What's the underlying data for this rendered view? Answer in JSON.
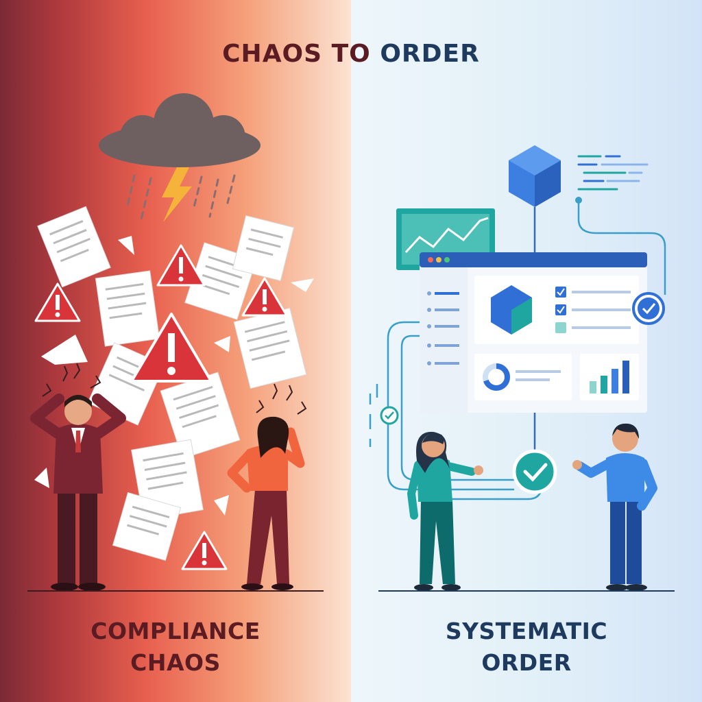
{
  "title": {
    "part_a": "CHAOS TO",
    "part_b": "ORDER"
  },
  "left": {
    "caption_line1": "COMPLIANCE",
    "caption_line2": "CHAOS",
    "icons": [
      "storm-cloud-icon",
      "lightning-icon",
      "warning-icon",
      "document-icon"
    ]
  },
  "right": {
    "caption_line1": "SYSTEMATIC",
    "caption_line2": "ORDER",
    "icons": [
      "cube-icon",
      "dashboard-icon",
      "checkmark-icon",
      "chart-icon"
    ]
  },
  "colors": {
    "left_dark": "#5a1c22",
    "right_dark": "#1e3a5f",
    "warning_red": "#d9343a",
    "accent_blue": "#2f6fd6",
    "accent_teal": "#1fa6a0"
  }
}
